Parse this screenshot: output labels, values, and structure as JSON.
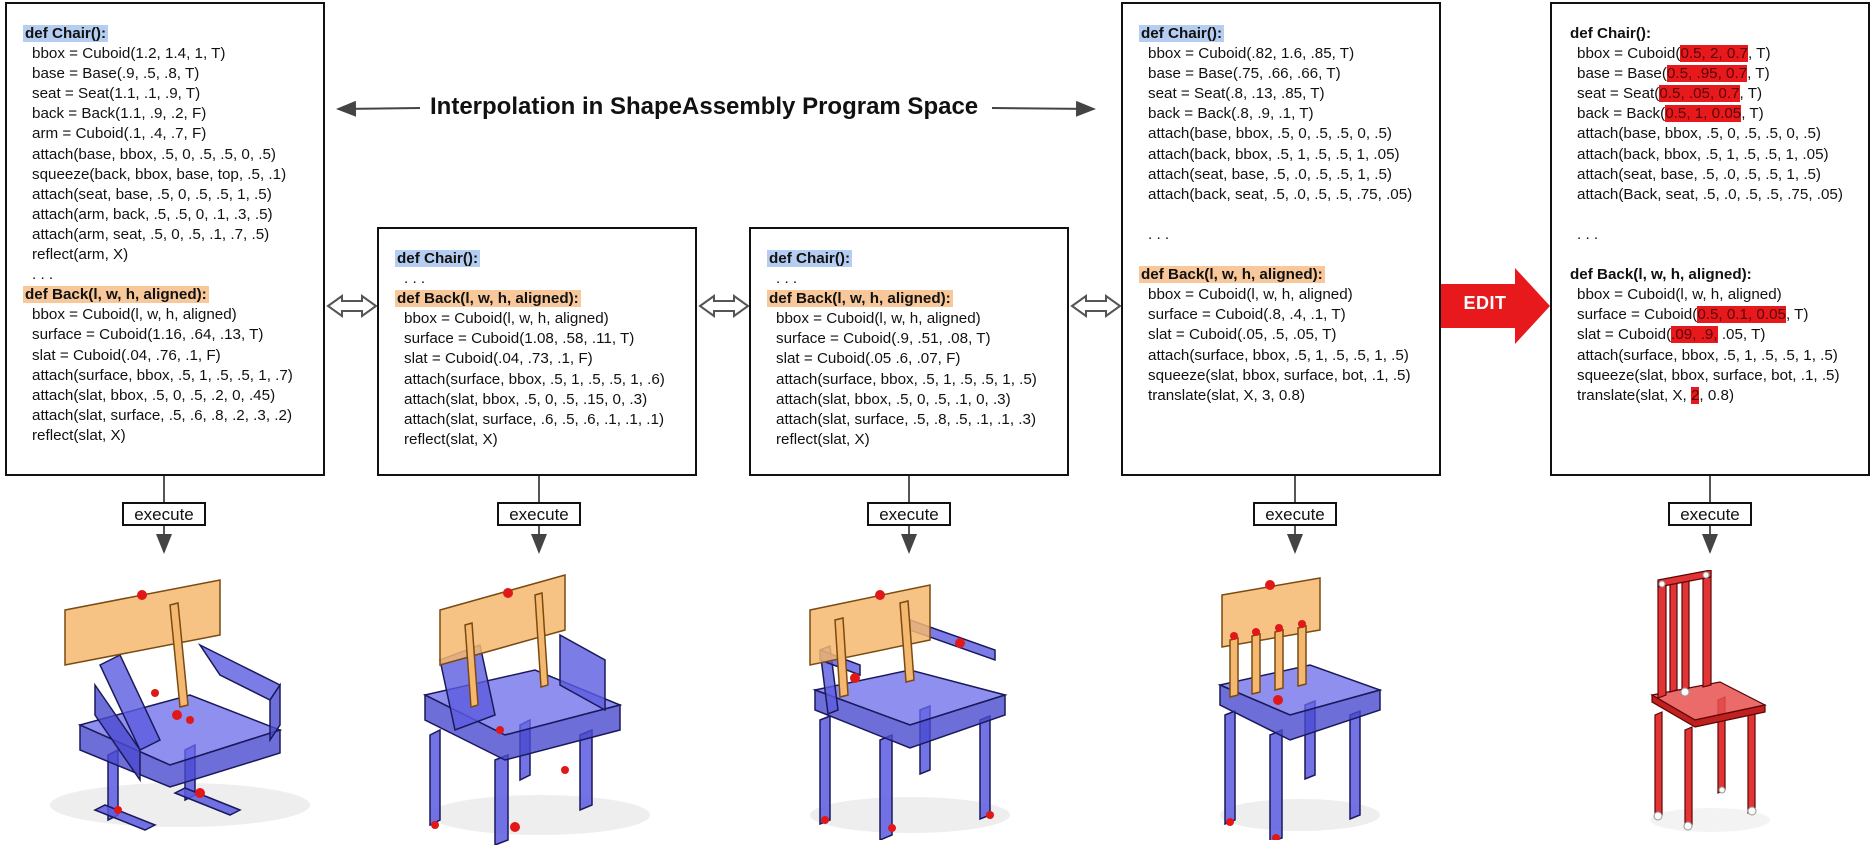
{
  "title": "Interpolation in ShapeAssembly Program Space",
  "execute_label": "execute",
  "edit_label": "EDIT",
  "colors": {
    "chair_header": "#b5cdf0",
    "back_header": "#f8c89a",
    "edit_arrow": "#e8191c",
    "body_blue": "#5b5be0",
    "back_orange": "#f4b870",
    "edit_chair": "#e23434"
  },
  "panels": [
    {
      "lines": [
        {
          "t": "def Chair():",
          "style": "hdr-chair"
        },
        {
          "t": "bbox = Cuboid(1.2, 1.4, 1, T)"
        },
        {
          "t": "base = Base(.9, .5, .8, T)"
        },
        {
          "t": "seat = Seat(1.1, .1, .9, T)"
        },
        {
          "t": "back = Back(1.1, .9, .2, F)"
        },
        {
          "t": "arm = Cuboid(.1, .4, .7, F)"
        },
        {
          "t": "attach(base, bbox, .5, 0, .5, .5, 0, .5)"
        },
        {
          "t": "squeeze(back, bbox, base, top, .5, .1)"
        },
        {
          "t": "attach(seat, base, .5, 0, .5, .5, 1, .5)"
        },
        {
          "t": "attach(arm, back, .5, .5, 0, .1, .3, .5)"
        },
        {
          "t": "attach(arm, seat, .5, 0, .5, .1, .7, .5)"
        },
        {
          "t": "reflect(arm, X)"
        },
        {
          "t": ". . .",
          "style": "dots"
        },
        {
          "t": "def Back(l, w, h, aligned):",
          "style": "hdr-back"
        },
        {
          "t": "bbox = Cuboid(l, w, h, aligned)"
        },
        {
          "t": "surface = Cuboid(1.16, .64, .13, T)"
        },
        {
          "t": "slat = Cuboid(.04, .76, .1, F)"
        },
        {
          "t": "attach(surface, bbox, .5, 1, .5, .5, 1, .7)"
        },
        {
          "t": "attach(slat, bbox, .5, 0, .5, .2, 0, .45)"
        },
        {
          "t": "attach(slat, surface, .5, .6, .8, .2, .3, .2)"
        },
        {
          "t": "reflect(slat, X)"
        }
      ]
    },
    {
      "lines": [
        {
          "t": "def Chair():",
          "style": "hdr-chair"
        },
        {
          "t": ". . .",
          "style": "dots"
        },
        {
          "t": "def Back(l, w, h, aligned):",
          "style": "hdr-back"
        },
        {
          "t": "bbox = Cuboid(l, w, h, aligned)"
        },
        {
          "t": "surface = Cuboid(1.08, .58, .11, T)"
        },
        {
          "t": "slat = Cuboid(.04, .73, .1, F)"
        },
        {
          "t": "attach(surface, bbox, .5, 1, .5, .5, 1, .6)"
        },
        {
          "t": "attach(slat, bbox, .5, 0, .5, .15, 0, .3)"
        },
        {
          "t": "attach(slat, surface, .6, .5, .6, .1, .1, .1)"
        },
        {
          "t": "reflect(slat, X)"
        }
      ]
    },
    {
      "lines": [
        {
          "t": "def Chair():",
          "style": "hdr-chair"
        },
        {
          "t": ". . .",
          "style": "dots"
        },
        {
          "t": "def Back(l, w, h, aligned):",
          "style": "hdr-back"
        },
        {
          "t": "bbox = Cuboid(l, w, h, aligned)"
        },
        {
          "t": "surface = Cuboid(.9, .51, .08, T)"
        },
        {
          "t": "slat = Cuboid(.05 .6, .07, F)"
        },
        {
          "t": "attach(surface, bbox, .5, 1, .5, .5, 1, .5)"
        },
        {
          "t": "attach(slat, bbox, .5, 0, .5, .1, 0, .3)"
        },
        {
          "t": "attach(slat, surface, .5, .8, .5, .1, .1, .3)"
        },
        {
          "t": "reflect(slat, X)"
        }
      ]
    },
    {
      "lines": [
        {
          "t": "def Chair():",
          "style": "hdr-chair"
        },
        {
          "t": "bbox = Cuboid(.82, 1.6, .85, T)"
        },
        {
          "t": "base = Base(.75, .66, .66, T)"
        },
        {
          "t": "seat = Seat(.8, .13, .85, T)"
        },
        {
          "t": "back = Back(.8, .9, .1, T)"
        },
        {
          "t": "attach(base, bbox, .5, 0, .5, .5, 0, .5)"
        },
        {
          "t": "attach(back, bbox, .5, 1, .5, .5, 1, .05)"
        },
        {
          "t": "attach(seat, base, .5, .0, .5, .5, 1, .5)"
        },
        {
          "t": "attach(back, seat, .5, .0, .5, .5, .75, .05)"
        },
        {
          "t": ""
        },
        {
          "t": ". . .",
          "style": "dots"
        },
        {
          "t": ""
        },
        {
          "t": "def Back(l, w, h, aligned):",
          "style": "hdr-back"
        },
        {
          "t": "bbox = Cuboid(l, w, h, aligned)"
        },
        {
          "t": "surface = Cuboid(.8, .4, .1, T)"
        },
        {
          "t": "slat = Cuboid(.05, .5, .05, T)"
        },
        {
          "t": "attach(surface, bbox, .5, 1, .5, .5, 1, .5)"
        },
        {
          "t": "squeeze(slat, bbox, surface, bot, .1, .5)"
        },
        {
          "t": "translate(slat, X, 3, 0.8)"
        }
      ]
    },
    {
      "lines": [
        {
          "t": "def Chair():",
          "style": "hdr-plain"
        },
        {
          "t": "bbox = Cuboid(",
          "hl": "0.5, 2, 0.7",
          "after": ", T)"
        },
        {
          "t": "base = Base(",
          "hl": "0.5, .95, 0.7",
          "after": ", T)"
        },
        {
          "t": "seat = Seat(",
          "hl": "0.5, .05, 0.7",
          "after": ", T)"
        },
        {
          "t": "back = Back(",
          "hl": "0.5, 1, 0.05",
          "after": ", T)"
        },
        {
          "t": "attach(base, bbox, .5, 0, .5, .5, 0, .5)"
        },
        {
          "t": "attach(back, bbox, .5, 1, .5, .5, 1, .05)"
        },
        {
          "t": "attach(seat, base, .5, .0, .5, .5, 1, .5)"
        },
        {
          "t": "attach(Back, seat, .5, .0, .5, .5, .75, .05)"
        },
        {
          "t": ""
        },
        {
          "t": ". . .",
          "style": "dots"
        },
        {
          "t": ""
        },
        {
          "t": "def Back(l, w, h, aligned):",
          "style": "hdr-plain"
        },
        {
          "t": "bbox = Cuboid(l, w, h, aligned)"
        },
        {
          "t": "surface = Cuboid(",
          "hl": "0.5, 0.1, 0.05",
          "after": ", T)"
        },
        {
          "t": "slat = Cuboid(",
          "hl": ".09, .9,",
          "after": " .05, T)"
        },
        {
          "t": "attach(surface, bbox, .5, 1, .5, .5, 1, .5)"
        },
        {
          "t": "squeeze(slat, bbox, surface, bot, .1, .5)"
        },
        {
          "t": "translate(slat, X, ",
          "hl": "2",
          "after": ", 0.8)"
        }
      ]
    }
  ]
}
